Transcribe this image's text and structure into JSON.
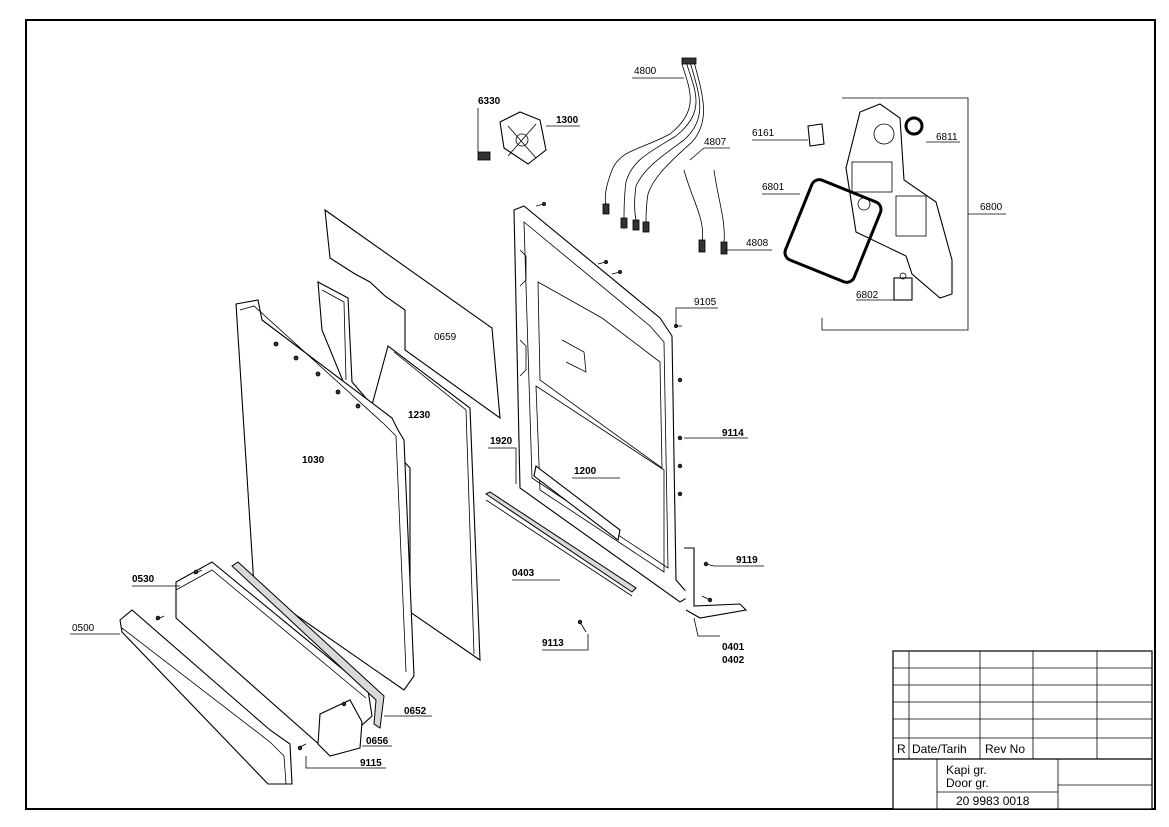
{
  "drawing": {
    "part_labels": [
      {
        "id": "p4800",
        "text": "4800"
      },
      {
        "id": "p6330",
        "text": "6330"
      },
      {
        "id": "p1300",
        "text": "1300"
      },
      {
        "id": "p4807",
        "text": "4807"
      },
      {
        "id": "p6161",
        "text": "6161"
      },
      {
        "id": "p6811",
        "text": "6811"
      },
      {
        "id": "p6801",
        "text": "6801"
      },
      {
        "id": "p6800",
        "text": "6800"
      },
      {
        "id": "p4808",
        "text": "4808"
      },
      {
        "id": "p6802",
        "text": "6802"
      },
      {
        "id": "p9105",
        "text": "9105"
      },
      {
        "id": "p0659",
        "text": "0659"
      },
      {
        "id": "p1230",
        "text": "1230"
      },
      {
        "id": "p1030",
        "text": "1030"
      },
      {
        "id": "p9114",
        "text": "9114"
      },
      {
        "id": "p1920",
        "text": "1920"
      },
      {
        "id": "p1200",
        "text": "1200"
      },
      {
        "id": "p9119",
        "text": "9119"
      },
      {
        "id": "p0530",
        "text": "0530"
      },
      {
        "id": "p0403",
        "text": "0403"
      },
      {
        "id": "p0500",
        "text": "0500"
      },
      {
        "id": "p9113",
        "text": "9113"
      },
      {
        "id": "p0401",
        "text": "0401"
      },
      {
        "id": "p0402",
        "text": "0402"
      },
      {
        "id": "p0652",
        "text": "0652"
      },
      {
        "id": "p0656",
        "text": "0656"
      },
      {
        "id": "p9115",
        "text": "9115"
      }
    ]
  },
  "title_block": {
    "rev_letter": "R",
    "date_header": "Date/Tarih",
    "rev_header": "Rev No",
    "title_line1": "Kapi gr.",
    "title_line2": "Door gr.",
    "drawing_number": "20 9983 0018"
  }
}
